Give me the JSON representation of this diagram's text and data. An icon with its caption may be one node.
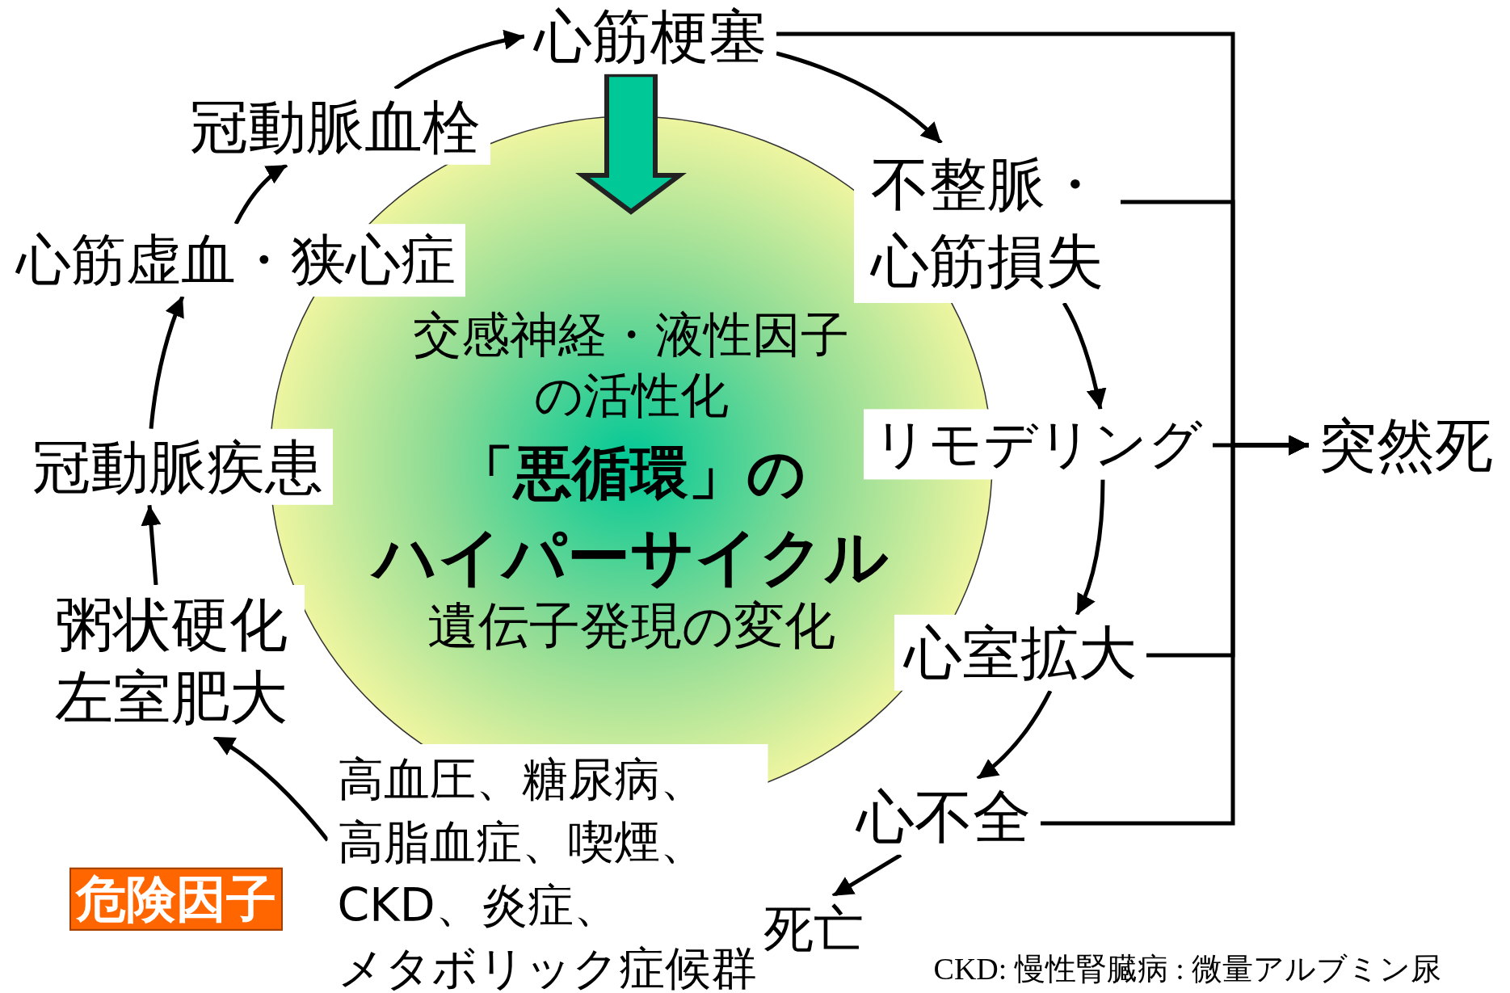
{
  "diagram": {
    "nodes": [
      {
        "text": [
          "心筋梗塞"
        ]
      },
      {
        "text": [
          "冠動脈血栓"
        ]
      },
      {
        "text": [
          "心筋虚血・狭心症"
        ]
      },
      {
        "text": [
          "冠動脈疾患"
        ]
      },
      {
        "text": [
          "粥状硬化左室肥大"
        ]
      },
      {
        "text": [
          "高血圧、糖尿病、高脂血症、喫煙、CKD、炎症、メタボリック症候群"
        ]
      },
      {
        "text": [
          "危険因子"
        ]
      },
      {
        "text": [
          "不整脈・心筋損失"
        ]
      },
      {
        "text": [
          "リモデリング"
        ]
      },
      {
        "text": [
          "心室拡大"
        ]
      },
      {
        "text": [
          "心不全"
        ]
      },
      {
        "text": [
          "死亡"
        ]
      },
      {
        "text": [
          "突然死"
        ]
      },
      {
        "text": [
          "交感神経・液性因子の活性化",
          "「悪循環」の",
          "ハイパーサイクル",
          "遺伝子発現の変化"
        ]
      }
    ],
    "edges": [
      {
        "from": 1,
        "to": 0,
        "arrow": "to"
      },
      {
        "from": 0,
        "to": 7,
        "arrow": "to"
      },
      {
        "from": 2,
        "to": 1,
        "arrow": "to"
      },
      {
        "from": 3,
        "to": 2,
        "arrow": "to"
      },
      {
        "from": 4,
        "to": 3,
        "arrow": "to"
      },
      {
        "from": 5,
        "to": 4,
        "arrow": "to"
      },
      {
        "from": 7,
        "to": 8,
        "arrow": "to"
      },
      {
        "from": 8,
        "to": 9,
        "arrow": "to"
      },
      {
        "from": 9,
        "to": 10,
        "arrow": "to"
      },
      {
        "from": 10,
        "to": 11,
        "arrow": "to"
      },
      {
        "from": 0,
        "to": 13,
        "arrow": "to",
        "style": "thick",
        "color": "#00c896"
      },
      {
        "from": 0,
        "to": 12,
        "arrow": "to"
      },
      {
        "from": 7,
        "to": 12,
        "arrow": "to"
      },
      {
        "from": 8,
        "to": 12,
        "arrow": "to"
      },
      {
        "from": 9,
        "to": 12,
        "arrow": "to"
      },
      {
        "from": 10,
        "to": 12,
        "arrow": "to"
      }
    ],
    "labels": [
      "CKD: 慢性腎臓病 : 微量アルブミン尿"
    ]
  }
}
